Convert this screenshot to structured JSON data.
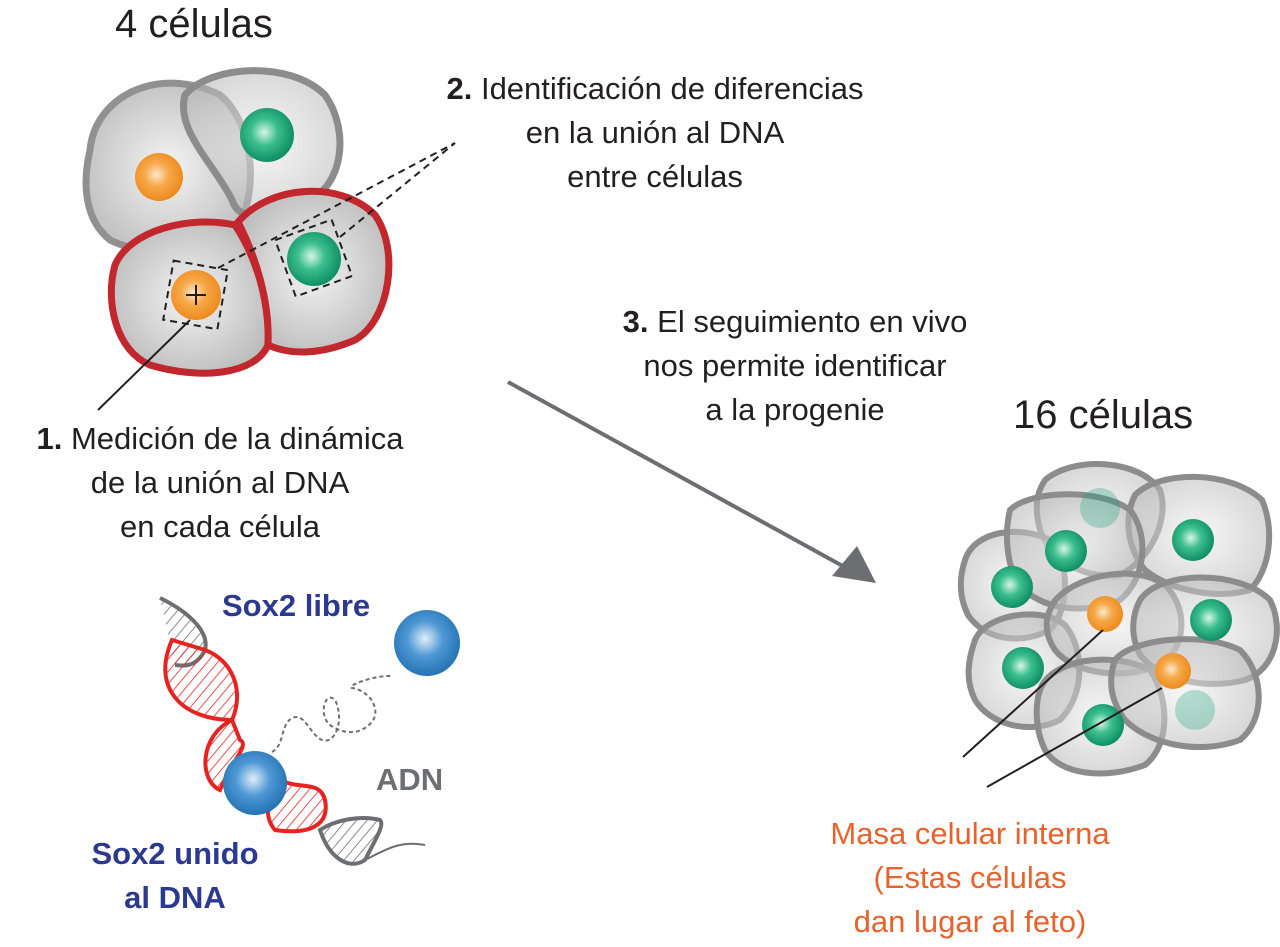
{
  "titles": {
    "four_cells": "4 células",
    "sixteen_cells": "16 células"
  },
  "steps": [
    {
      "number": "1.",
      "lines": [
        "Medición de la dinámica",
        "de la unión al DNA",
        "en cada célula"
      ]
    },
    {
      "number": "2.",
      "lines": [
        "Identificación de diferencias",
        "en la unión al DNA",
        "entre células"
      ]
    },
    {
      "number": "3.",
      "lines": [
        "El seguimiento en vivo",
        "nos permite identificar",
        "a la progenie"
      ]
    }
  ],
  "labels": {
    "sox2_free": "Sox2 libre",
    "sox2_bound": [
      "Sox2 unido",
      "al DNA"
    ],
    "dna": "ADN",
    "inner_cell_mass": [
      "Masa celular interna",
      "(Estas células",
      "dan lugar al feto)"
    ]
  },
  "colors": {
    "cell_gray": "#c8c8c8",
    "cell_outline": "#8c8c8c",
    "highlight_outline": "#c1272d",
    "nucleus_green": "#1aa37a",
    "nucleus_orange": "#f39a32",
    "sox2_blue": "#2f7fc1",
    "dna_red": "#e52421",
    "dna_gray": "#6d6e71",
    "arrow_gray": "#6d6e71",
    "label_blue": "#2b3990",
    "label_orange": "#e8622c"
  }
}
